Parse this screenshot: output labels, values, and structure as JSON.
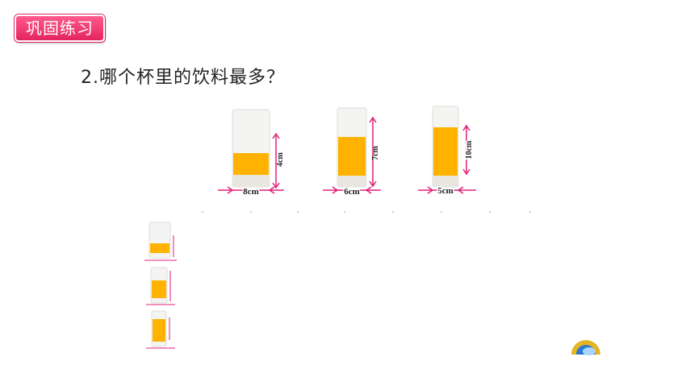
{
  "header": {
    "badge_label": "巩固练习"
  },
  "question": {
    "text": "2.哪个杯里的饮料最多？"
  },
  "glasses": [
    {
      "width_label": "8cm",
      "height_label": "4cm"
    },
    {
      "width_label": "6cm",
      "height_label": "7cm"
    },
    {
      "width_label": "5cm",
      "height_label": "10cm"
    }
  ],
  "colors": {
    "accent": "#e4245f",
    "juice": "#ffb300",
    "measure": "#e0207a"
  }
}
